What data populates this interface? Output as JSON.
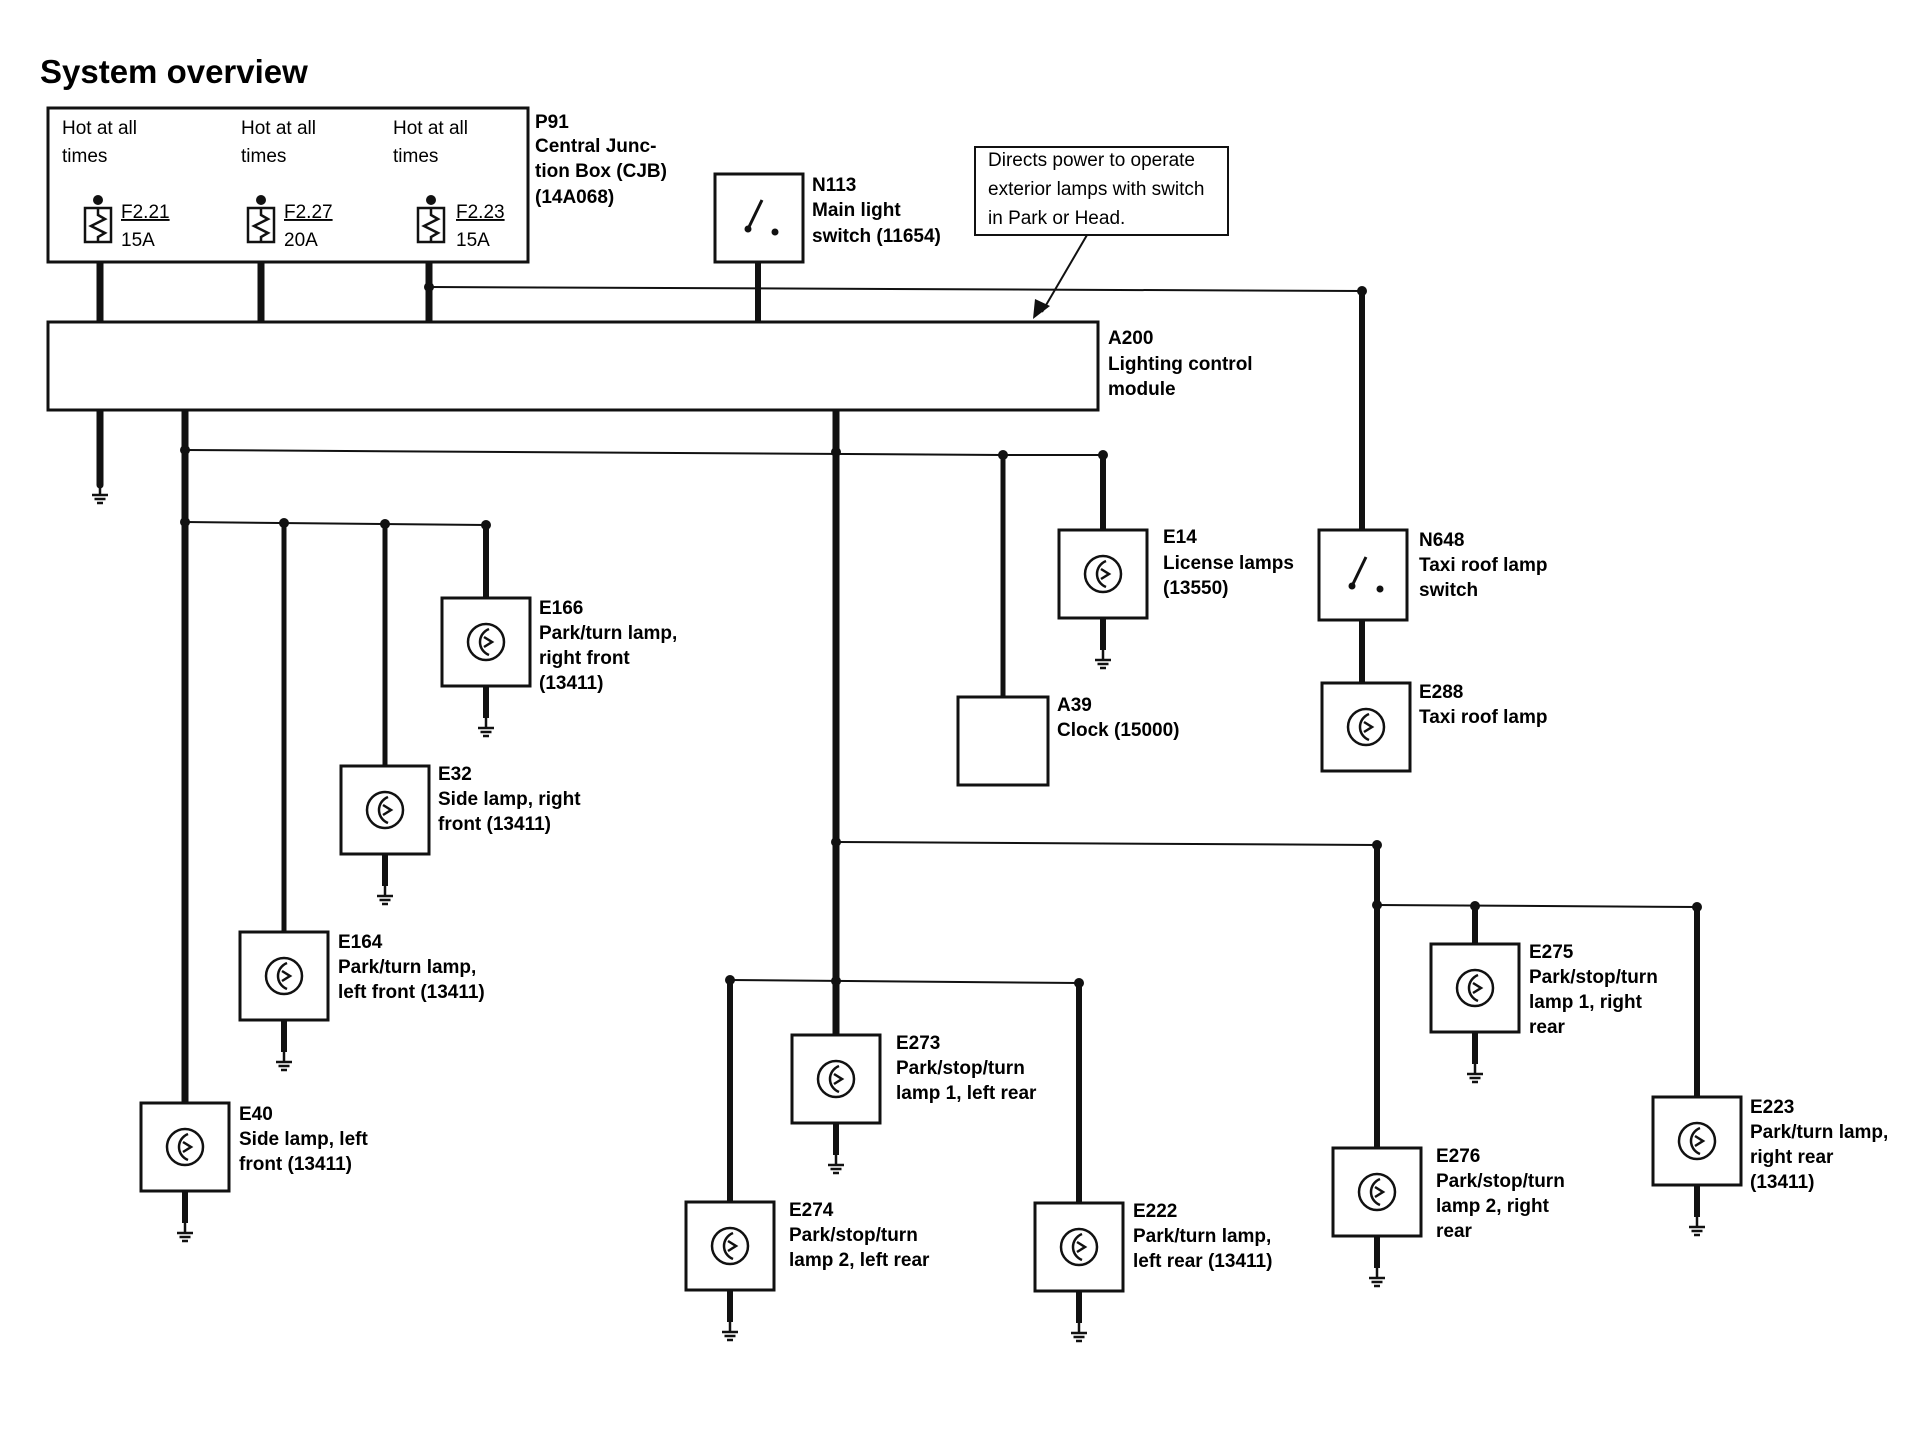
{
  "title": "System overview",
  "cjb": {
    "id": "P91",
    "lines": [
      "Central Junc-",
      "tion Box (CJB)",
      "(14A068)"
    ],
    "fuses": [
      {
        "hot": [
          "Hot at all",
          "times"
        ],
        "id": "F2.21",
        "rating": "15A"
      },
      {
        "hot": [
          "Hot at all",
          "times"
        ],
        "id": "F2.27",
        "rating": "20A"
      },
      {
        "hot": [
          "Hot at all",
          "times"
        ],
        "id": "F2.23",
        "rating": "15A"
      }
    ]
  },
  "note": [
    "Directs  power to operate",
    "exterior lamps with switch",
    "in Park or Head."
  ],
  "components": {
    "n113": {
      "id": "N113",
      "lines": [
        "Main light",
        "switch (11654)"
      ]
    },
    "a200": {
      "id": "A200",
      "lines": [
        "Lighting control",
        "module"
      ]
    },
    "e14": {
      "id": "E14",
      "lines": [
        "License lamps",
        "(13550)"
      ]
    },
    "n648": {
      "id": "N648",
      "lines": [
        "Taxi roof lamp",
        "switch"
      ]
    },
    "e288": {
      "id": "E288",
      "lines": [
        "Taxi roof lamp"
      ]
    },
    "a39": {
      "id": "A39",
      "lines": [
        "Clock (15000)"
      ]
    },
    "e166": {
      "id": "E166",
      "lines": [
        "Park/turn lamp,",
        "right front",
        "(13411)"
      ]
    },
    "e32": {
      "id": "E32",
      "lines": [
        "Side lamp, right",
        "front (13411)"
      ]
    },
    "e164": {
      "id": "E164",
      "lines": [
        "Park/turn lamp,",
        "left front (13411)"
      ]
    },
    "e40": {
      "id": "E40",
      "lines": [
        "Side lamp, left",
        "front (13411)"
      ]
    },
    "e273": {
      "id": "E273",
      "lines": [
        "Park/stop/turn",
        "lamp 1, left rear"
      ]
    },
    "e274": {
      "id": "E274",
      "lines": [
        "Park/stop/turn",
        "lamp 2, left rear"
      ]
    },
    "e222": {
      "id": "E222",
      "lines": [
        "Park/turn lamp,",
        "left rear (13411)"
      ]
    },
    "e275": {
      "id": "E275",
      "lines": [
        "Park/stop/turn",
        "lamp 1, right",
        "rear"
      ]
    },
    "e276": {
      "id": "E276",
      "lines": [
        "Park/stop/turn",
        "lamp 2, right",
        "rear"
      ]
    },
    "e223": {
      "id": "E223",
      "lines": [
        "Park/turn lamp,",
        "right rear",
        "(13411)"
      ]
    }
  }
}
